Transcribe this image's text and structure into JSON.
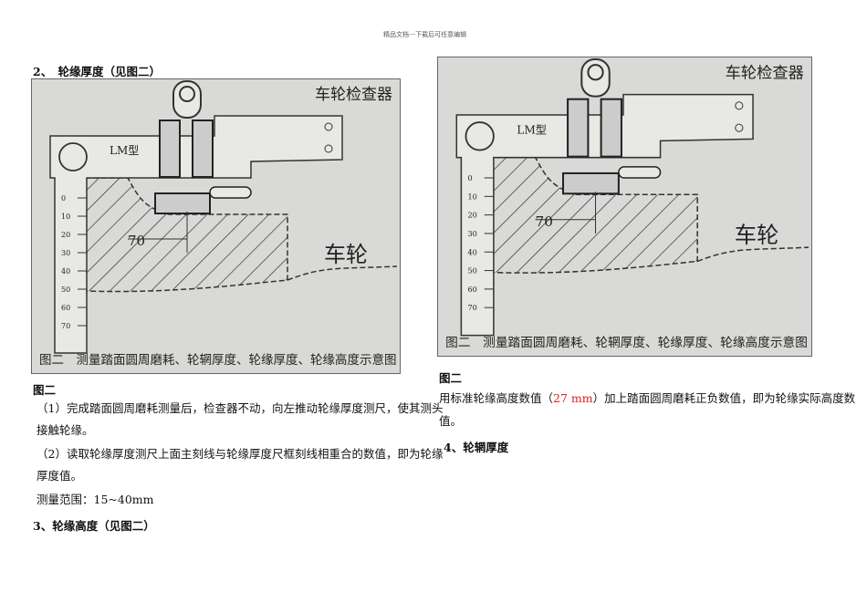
{
  "header": {
    "note": "精品文档---下载后可任意编辑"
  },
  "left": {
    "heading2": "2、　轮缘厚度（见图二）",
    "figure_caption": "图二",
    "para1": "（1）完成踏面圆周磨耗测量后，检查器不动，向左推动轮缘厚度测尺，使其测头",
    "para1b": "接触轮缘。",
    "para2": "（2）读取轮缘厚度测尺上面主刻线与轮缘厚度尺框刻线相重合的数值，即为轮缘",
    "para2b": "厚度值。",
    "range": "测量范围：15~40mm",
    "heading3": "3、轮缘高度（见图二）"
  },
  "right": {
    "figure_caption": "图二",
    "para_a": "用标准轮缘高度数值（",
    "para_value": "27 mm",
    "para_b": "）加上踏面圆周磨耗正负数值，即为轮缘实际高度数",
    "para_c": "值。",
    "heading4": "4、轮辋厚度"
  },
  "diagram": {
    "tool_label": "车轮检查器",
    "model_label": "LM型",
    "dimension": "70",
    "wheel_label": "车轮",
    "caption": "图二　测量踏面圆周磨耗、轮辋厚度、轮缘厚度、轮缘高度示意图",
    "ruler_ticks": [
      "0",
      "10",
      "20",
      "30",
      "40",
      "50",
      "60",
      "70"
    ]
  }
}
